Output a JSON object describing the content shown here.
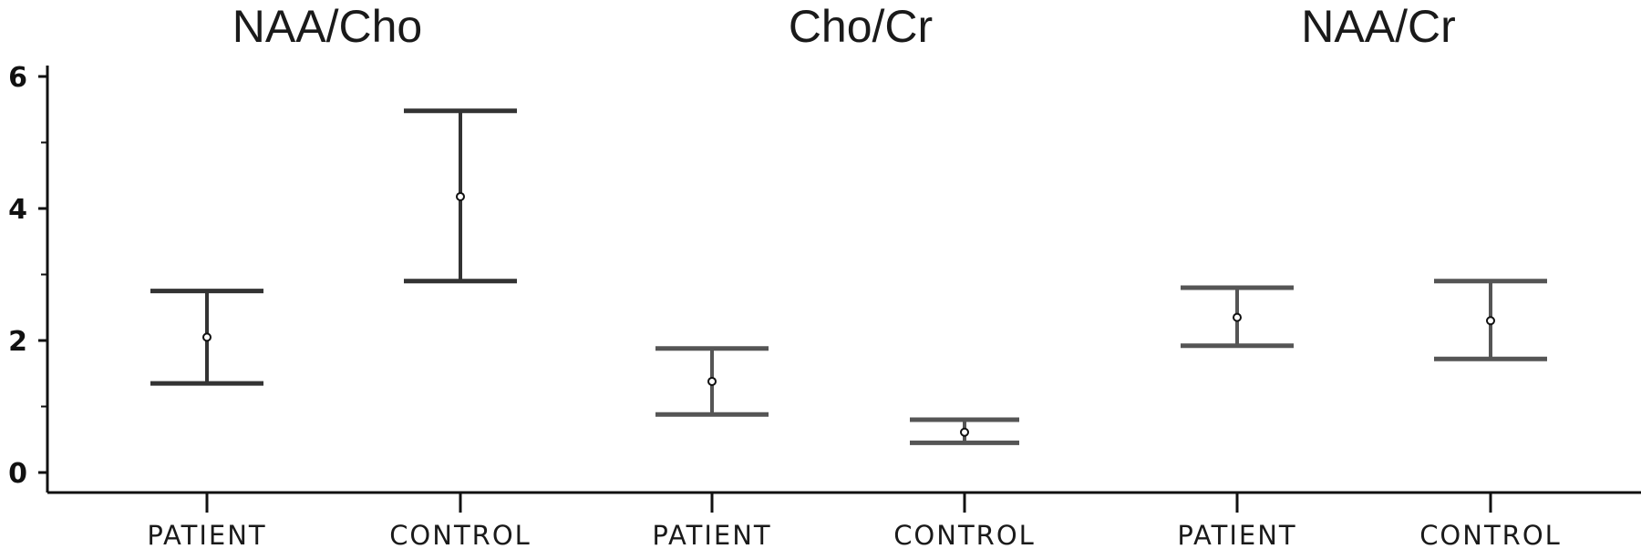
{
  "chart_data": {
    "type": "errorbar",
    "y_axis": {
      "ylim": [
        -0.3,
        6.2
      ],
      "major_ticks": [
        0,
        2,
        4,
        6
      ],
      "minor_ticks": [
        1,
        3,
        5
      ]
    },
    "panels": [
      {
        "title": "NAA/Cho",
        "color": "#333333",
        "groups": [
          {
            "label": "PATIENT",
            "mean": 2.05,
            "lower": 1.35,
            "upper": 2.75
          },
          {
            "label": "CONTROL",
            "mean": 4.18,
            "lower": 2.9,
            "upper": 5.48
          }
        ]
      },
      {
        "title": "Cho/Cr",
        "color": "#555555",
        "groups": [
          {
            "label": "PATIENT",
            "mean": 1.38,
            "lower": 0.88,
            "upper": 1.88
          },
          {
            "label": "CONTROL",
            "mean": 0.61,
            "lower": 0.45,
            "upper": 0.8
          }
        ]
      },
      {
        "title": "NAA/Cr",
        "color": "#555555",
        "groups": [
          {
            "label": "PATIENT",
            "mean": 2.35,
            "lower": 1.92,
            "upper": 2.8
          },
          {
            "label": "CONTROL",
            "mean": 2.3,
            "lower": 1.72,
            "upper": 2.9
          }
        ]
      }
    ]
  }
}
